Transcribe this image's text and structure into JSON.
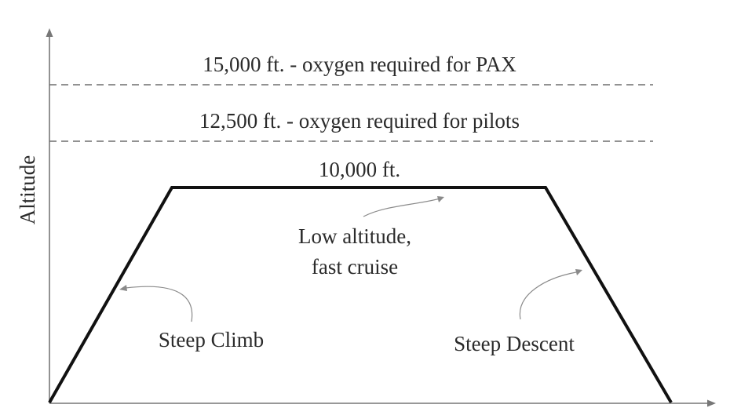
{
  "axes": {
    "y_label": "Altitude"
  },
  "limits": [
    {
      "label": "15,000 ft. - oxygen required for PAX"
    },
    {
      "label": "12,500 ft. - oxygen required for pilots"
    }
  ],
  "cruise": {
    "altitude_label": "10,000 ft."
  },
  "annotations": {
    "cruise_line1": "Low altitude,",
    "cruise_line2": "fast cruise",
    "climb": "Steep Climb",
    "descent": "Steep Descent"
  },
  "colors": {
    "profile": "#111111",
    "dashed_limit": "#6f6f6f",
    "axis": "#777777",
    "text": "#2b2b2b"
  }
}
